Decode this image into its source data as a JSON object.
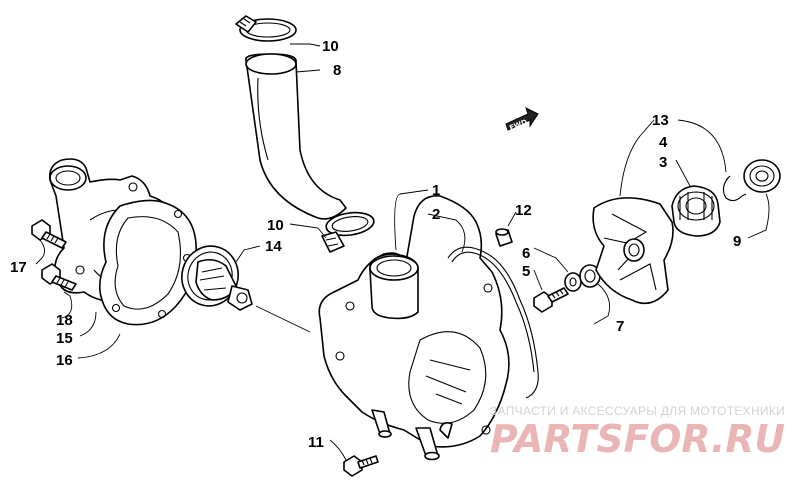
{
  "callouts": {
    "c1": "1",
    "c2": "2",
    "c3": "3",
    "c4": "4",
    "c5": "5",
    "c6": "6",
    "c7": "7",
    "c8": "8",
    "c9": "9",
    "c10a": "10",
    "c10b": "10",
    "c11": "11",
    "c12": "12",
    "c13": "13",
    "c14": "14",
    "c15": "15",
    "c16": "16",
    "c17": "17",
    "c18": "18"
  },
  "direction_arrow": "FWD",
  "watermark": {
    "subtitle": "ЗАПЧАСТИ И АКСЕССУАРЫ ДЛЯ МОТОТЕХНИКИ",
    "brand": "PARTSFOR.RU"
  }
}
